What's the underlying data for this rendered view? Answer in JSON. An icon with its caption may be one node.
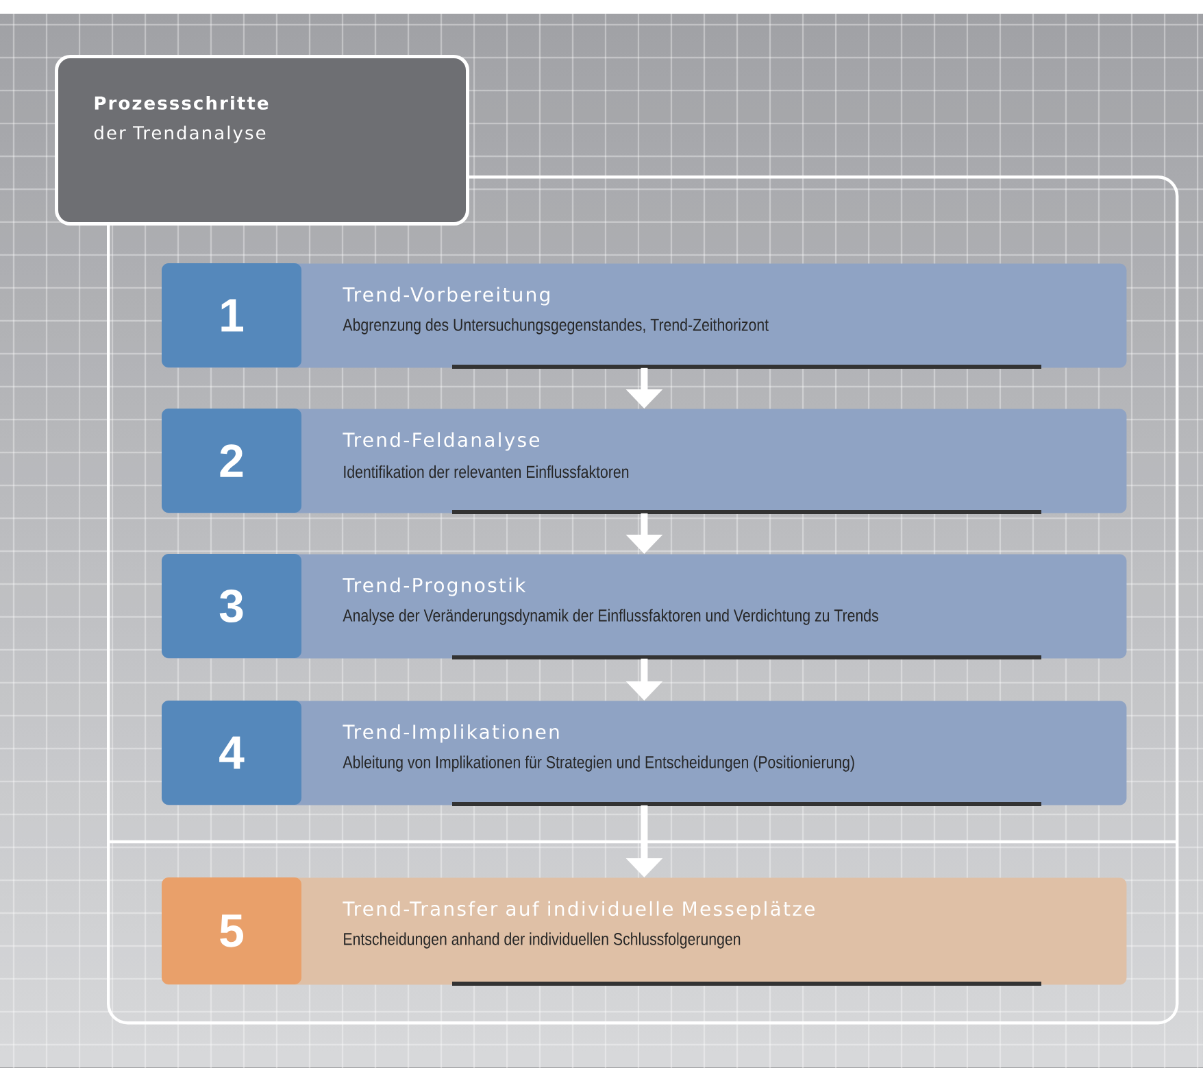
{
  "diagram": {
    "nodes": [
      {
        "text": [
          "Prozessschritte",
          "der Trendanalyse"
        ]
      },
      {
        "text": [],
        "shape": "box"
      },
      {
        "text": [
          "1",
          "Trend-Vorbereitung",
          "Abgrenzung des Untersuchungsgegenstandes, Trend-Zeithorizont"
        ],
        "in": 1
      },
      {
        "text": [
          "2",
          "Trend-Feldanalyse",
          "Identifikation der relevanten Einflussfaktoren"
        ],
        "in": 1
      },
      {
        "text": [
          "3",
          "Trend-Prognostik",
          "Analyse der Veränderungsdynamik der Einflussfaktoren und Verdichtung zu Trends"
        ],
        "in": 1
      },
      {
        "text": [
          "4",
          "Trend-Implikationen",
          "Ableitung von Implikationen für Strategien und Entscheidungen (Positionierung)"
        ],
        "in": 1
      },
      {
        "text": [
          "5",
          "Trend-Transfer auf individuelle Messeplätze",
          "Entscheidungen anhand der individuellen Schlussfolgerungen"
        ],
        "in": 1
      }
    ],
    "edges": [
      {
        "from": 2,
        "to": 3,
        "arrow": "to"
      },
      {
        "from": 3,
        "to": 4,
        "arrow": "to"
      },
      {
        "from": 4,
        "to": 5,
        "arrow": "to"
      },
      {
        "from": 5,
        "to": 6,
        "arrow": "to"
      }
    ]
  }
}
